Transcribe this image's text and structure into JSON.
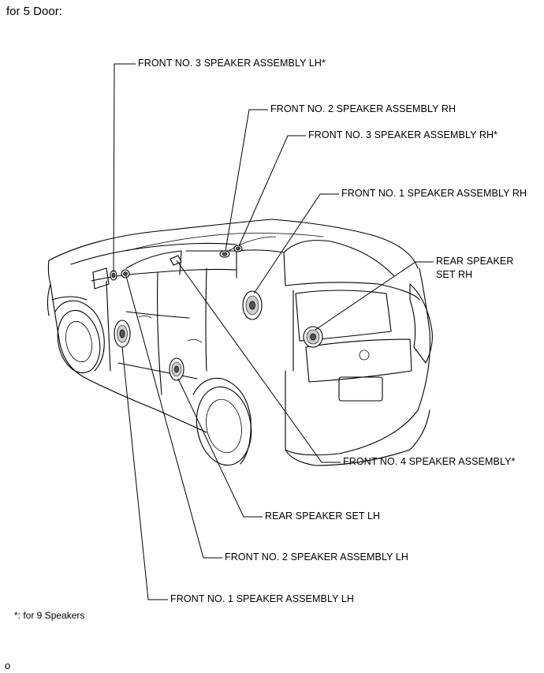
{
  "heading": "for 5 Door:",
  "footnote": "*: for 9 Speakers",
  "corner_mark": "o",
  "callouts": {
    "front_no3_lh": "FRONT NO. 3 SPEAKER ASSEMBLY LH*",
    "front_no2_rh": "FRONT NO. 2 SPEAKER ASSEMBLY RH",
    "front_no3_rh": "FRONT NO. 3 SPEAKER ASSEMBLY RH*",
    "front_no1_rh": "FRONT NO. 1 SPEAKER ASSEMBLY RH",
    "rear_set_rh": "REAR SPEAKER SET RH",
    "front_no4": "FRONT NO. 4 SPEAKER ASSEMBLY*",
    "rear_set_lh": "REAR SPEAKER SET LH",
    "front_no2_lh": "FRONT NO. 2 SPEAKER ASSEMBLY LH",
    "front_no1_lh": "FRONT NO. 1 SPEAKER ASSEMBLY LH"
  }
}
